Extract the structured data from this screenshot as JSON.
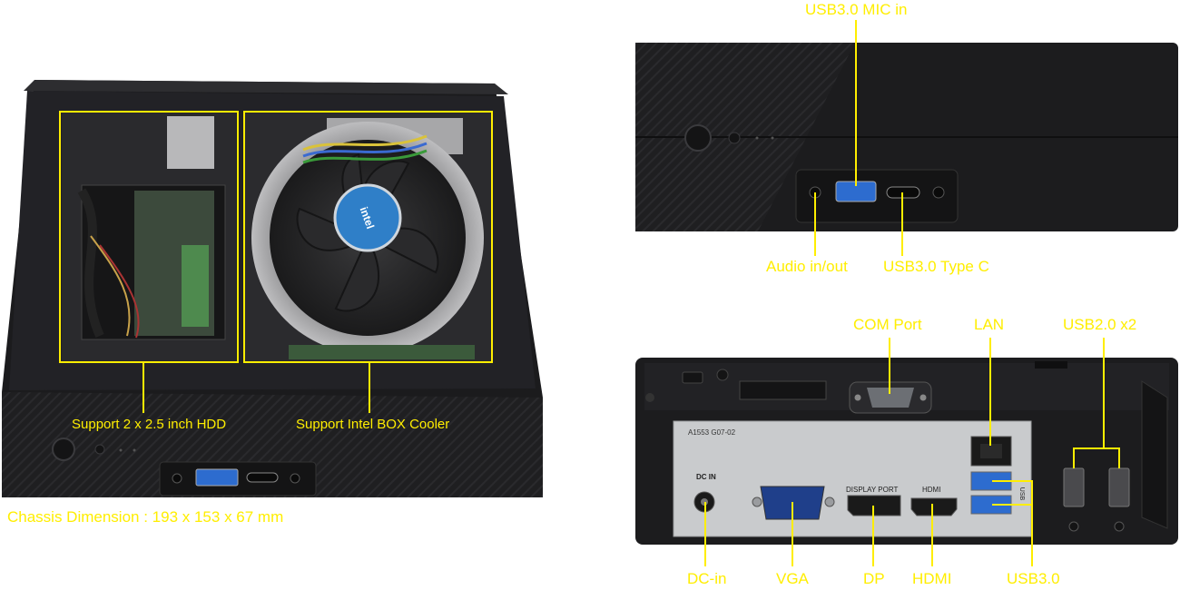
{
  "colors": {
    "accent": "#ffee00",
    "chassis": "#1c1c1e",
    "io_plate": "#c9cbcd",
    "background": "#ffffff"
  },
  "labels": {
    "hdd": "Support 2 x 2.5 inch HDD",
    "cooler": "Support Intel BOX Cooler",
    "dimension": "Chassis Dimension : 193 x 153 x 67 mm",
    "front_top": "USB3.0 MIC in",
    "audio": "Audio in/out",
    "typec": "USB3.0 Type C",
    "com": "COM Port",
    "lan": "LAN",
    "usb2": "USB2.0 x2",
    "dcin": "DC-in",
    "vga": "VGA",
    "dp": "DP",
    "hdmi": "HDMI",
    "usb3": "USB3.0"
  },
  "board_print": {
    "model": "A1553  G07-02",
    "dcin": "DC IN",
    "display_port": "DISPLAY PORT",
    "hdmi": "HDMI",
    "usb": "USB",
    "fan_brand": "intel"
  }
}
